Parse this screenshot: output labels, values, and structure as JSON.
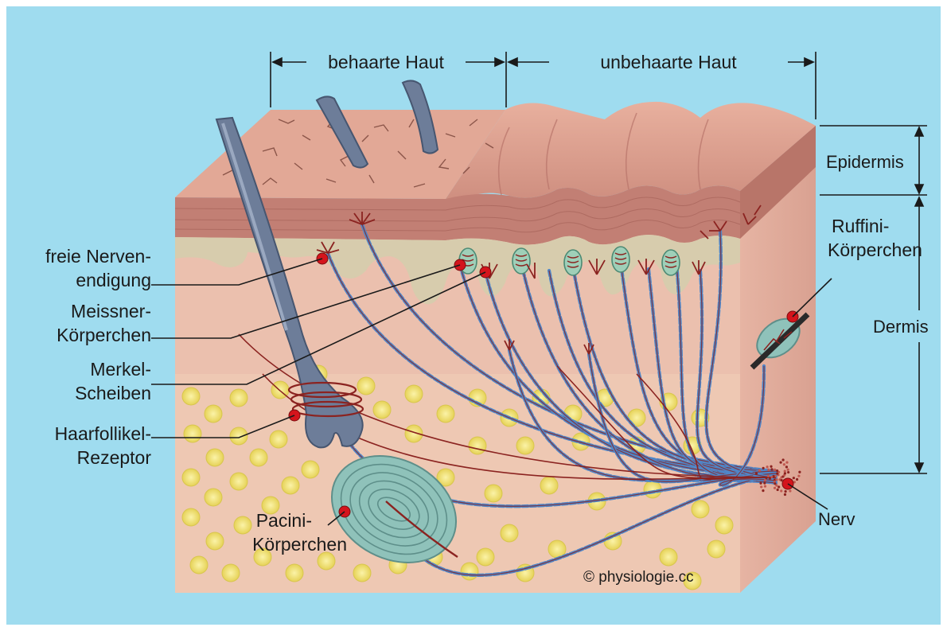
{
  "regions": {
    "hairy_skin": "behaarte Haut",
    "hairless_skin": "unbehaarte Haut"
  },
  "layers": {
    "epidermis": "Epidermis",
    "dermis": "Dermis"
  },
  "receptors": {
    "free_nerve_endings": [
      "freie Nerven-",
      "endigung"
    ],
    "meissner": [
      "Meissner-",
      "Körperchen"
    ],
    "merkel": [
      "Merkel-",
      "Scheiben"
    ],
    "hair_follicle": [
      "Haarfollikel-",
      "Rezeptor"
    ],
    "pacini": [
      "Pacini-",
      "Körperchen"
    ],
    "ruffini": [
      "Ruffini-",
      "Körperchen"
    ],
    "nerve": "Nerv"
  },
  "copyright": "© physiologie.cc",
  "colors": {
    "background": "#9fdcef",
    "epidermis": "#c98a7e",
    "dermis": "#e8b9a8",
    "papillae": "#d9cfb0",
    "hair": "#6e7f9a",
    "axon_blue": "#5a8ed0",
    "axon_red": "#8b2320",
    "fat_cell": "#f1e27a",
    "marker": "#d4141c"
  }
}
